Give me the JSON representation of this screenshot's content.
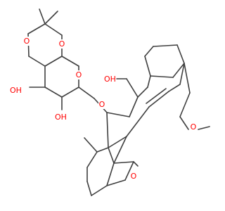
{
  "diagram": {
    "kind": "skeletal-formula",
    "colors": {
      "bond": "#3f3f3f",
      "oxygen": "#ff0000",
      "background": "#ffffff"
    },
    "atom_labels": [
      {
        "id": "o-ring-top-left",
        "text": "O"
      },
      {
        "id": "o-ring-top-right",
        "text": "O"
      },
      {
        "id": "oh-upper",
        "text": "OH"
      },
      {
        "id": "oh-lower",
        "text": "OH"
      },
      {
        "id": "o-pyranose-ring",
        "text": "O"
      },
      {
        "id": "o-glycosidic",
        "text": "O"
      },
      {
        "id": "oh-center",
        "text": "OH"
      },
      {
        "id": "o-methoxy",
        "text": "O"
      },
      {
        "id": "o-furan",
        "text": "O"
      }
    ]
  }
}
